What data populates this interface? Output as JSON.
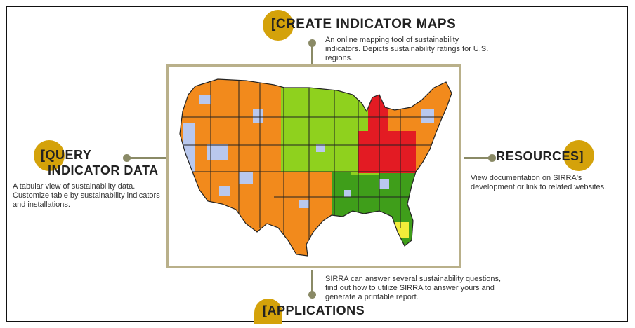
{
  "sections": {
    "create_maps": {
      "title": "CREATE INDICATOR MAPS",
      "description": "An online mapping tool of sustainability indicators.  Depicts sustainability ratings for U.S. regions."
    },
    "query_data": {
      "title_line1": "QUERY",
      "title_line2": "INDICATOR DATA",
      "description": "A tabular view of sustainability data. Customize table by sustainability indicators and installations."
    },
    "resources": {
      "title": "RESOURCES",
      "description": "View documentation on SIRRA's development or link to related websites."
    },
    "applications": {
      "title": "APPLICATIONS",
      "description": "SIRRA can answer several sustainability questions, find out how to utilize SIRRA to answer yours and generate a printable report."
    }
  },
  "colors": {
    "accent_circle": "#d4a20a",
    "connector": "#8a8a66",
    "map_border": "#b9b08a",
    "rating_orange": "#f28a1c",
    "rating_light_green": "#8fd11e",
    "rating_green": "#3f9e1a",
    "rating_red": "#e31b23",
    "rating_yellow": "#f2ec3a",
    "rating_light_blue": "#b9c8ee"
  },
  "icons": {
    "map": "us-sustainability-map"
  }
}
